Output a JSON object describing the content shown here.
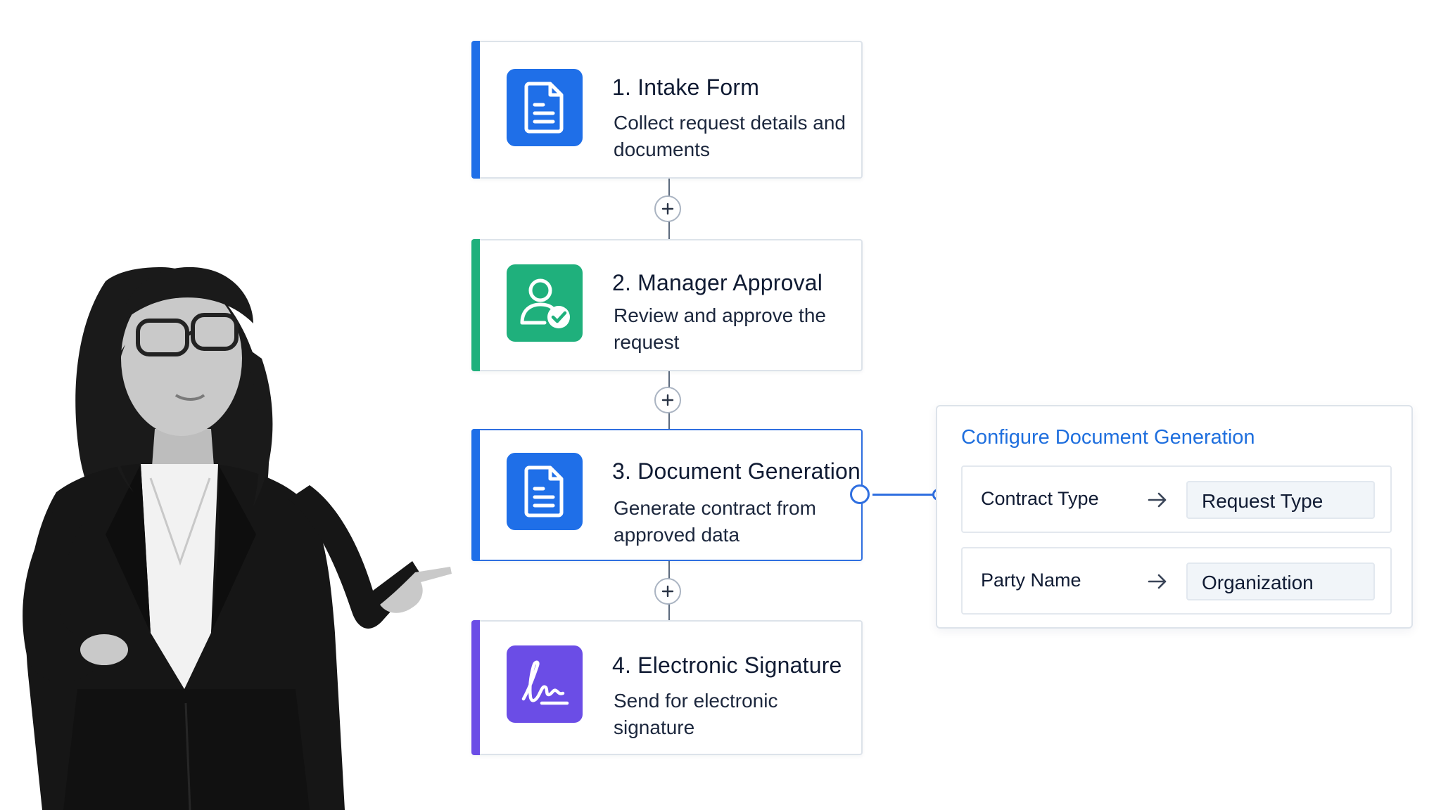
{
  "colors": {
    "intake": "#1f6fe8",
    "approval": "#1fb07c",
    "generation": "#1f6fe8",
    "signature": "#6b4de6",
    "link": "#2f6fe0",
    "panel_title": "#1f6fde"
  },
  "workflow": {
    "steps": [
      {
        "title": "1. Intake Form",
        "description": "Collect request details and documents",
        "icon": "document-icon"
      },
      {
        "title": "2. Manager Approval",
        "description": "Review and approve the request",
        "icon": "user-check-icon"
      },
      {
        "title": "3. Document Generation",
        "description": "Generate contract from approved data",
        "icon": "document-icon",
        "selected": true
      },
      {
        "title": "4. Electronic Signature",
        "description": "Send for electronic signature",
        "icon": "signature-icon"
      }
    ],
    "add_step_icon": "plus-icon"
  },
  "config": {
    "title": "Configure Document Generation",
    "mappings": [
      {
        "field": "Contract Type",
        "value": "Request Type",
        "icon": "arrow-right-icon"
      },
      {
        "field": "Party Name",
        "value": "Organization",
        "icon": "arrow-right-icon"
      }
    ]
  }
}
